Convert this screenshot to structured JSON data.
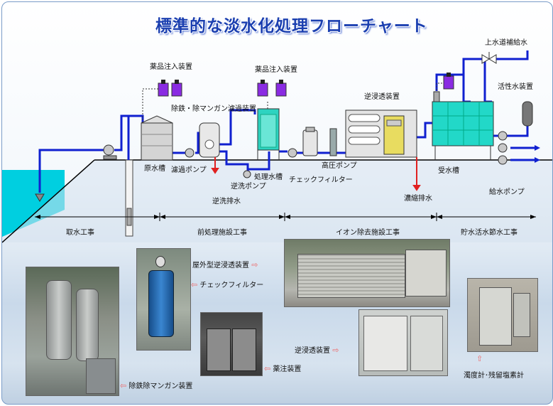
{
  "title": "標準的な淡水化処理フローチャート",
  "labels": {
    "chem1": "薬品注入装置",
    "chem2": "薬品注入装置",
    "tap": "上水道補給水",
    "act_water": "活性水装置",
    "ro": "逆浸透装置",
    "fe_mn": "除鉄・除マンガン濾過装置",
    "raw_tank": "原水槽",
    "filter_pump": "濾過ポンプ",
    "treat_tank": "処理水槽",
    "backwash_pump": "逆洗ポンプ",
    "check_filter": "チェックフィルター",
    "hp_pump": "高圧ポンプ",
    "recv_tank": "受水槽",
    "backwash_drain": "逆洗排水",
    "conc_drain": "濃縮排水",
    "supply_pump": "給水ポンプ"
  },
  "sections": [
    "取水工事",
    "前処理施設工事",
    "イオン除去施設工事",
    "貯水活水節水工事"
  ],
  "photo_labels": {
    "outdoor_ro": "屋外型逆浸透装置",
    "check_filter": "チェックフィルター",
    "chem_injector": "薬注装置",
    "ro_unit": "逆浸透装置",
    "fe_mn_unit": "除鉄除マンガン装置",
    "meter": "濁度計･残留塩素計"
  },
  "colors": {
    "pipe": "#1020d0",
    "drain": "#e02020",
    "chem": "#8a2be2",
    "water": "#00c8d8",
    "title": "#1b3fb0"
  }
}
